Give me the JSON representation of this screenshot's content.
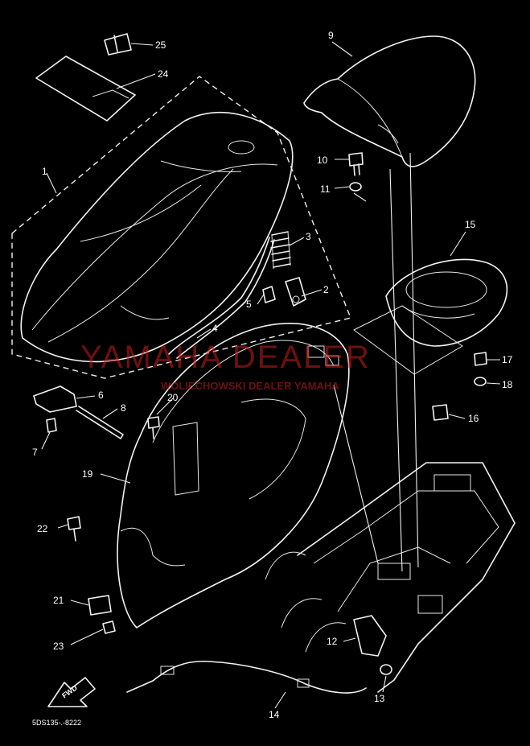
{
  "diagram": {
    "code": "5DS135-.-8222",
    "fwd_label": "FWD",
    "watermark": {
      "line1": "YAMAHA DEALER",
      "line2": "WOLIECHOWSKI DEALER YAMAHA"
    },
    "callouts": [
      {
        "id": "1",
        "label": "1"
      },
      {
        "id": "2",
        "label": "2"
      },
      {
        "id": "3",
        "label": "3"
      },
      {
        "id": "4",
        "label": "4"
      },
      {
        "id": "5",
        "label": "5"
      },
      {
        "id": "6",
        "label": "6"
      },
      {
        "id": "7",
        "label": "7"
      },
      {
        "id": "8",
        "label": "8"
      },
      {
        "id": "9",
        "label": "9"
      },
      {
        "id": "10",
        "label": "10"
      },
      {
        "id": "11",
        "label": "11"
      },
      {
        "id": "12",
        "label": "12"
      },
      {
        "id": "13",
        "label": "13"
      },
      {
        "id": "14",
        "label": "14"
      },
      {
        "id": "15",
        "label": "15"
      },
      {
        "id": "16",
        "label": "16"
      },
      {
        "id": "17",
        "label": "17"
      },
      {
        "id": "18",
        "label": "18"
      },
      {
        "id": "19",
        "label": "19"
      },
      {
        "id": "20",
        "label": "20"
      },
      {
        "id": "21",
        "label": "21"
      },
      {
        "id": "22",
        "label": "22"
      },
      {
        "id": "23",
        "label": "23"
      },
      {
        "id": "24",
        "label": "24"
      },
      {
        "id": "25",
        "label": "25"
      }
    ],
    "colors": {
      "background": "#000000",
      "line": "#f2f2f2",
      "watermark": "#c81e1e"
    }
  }
}
